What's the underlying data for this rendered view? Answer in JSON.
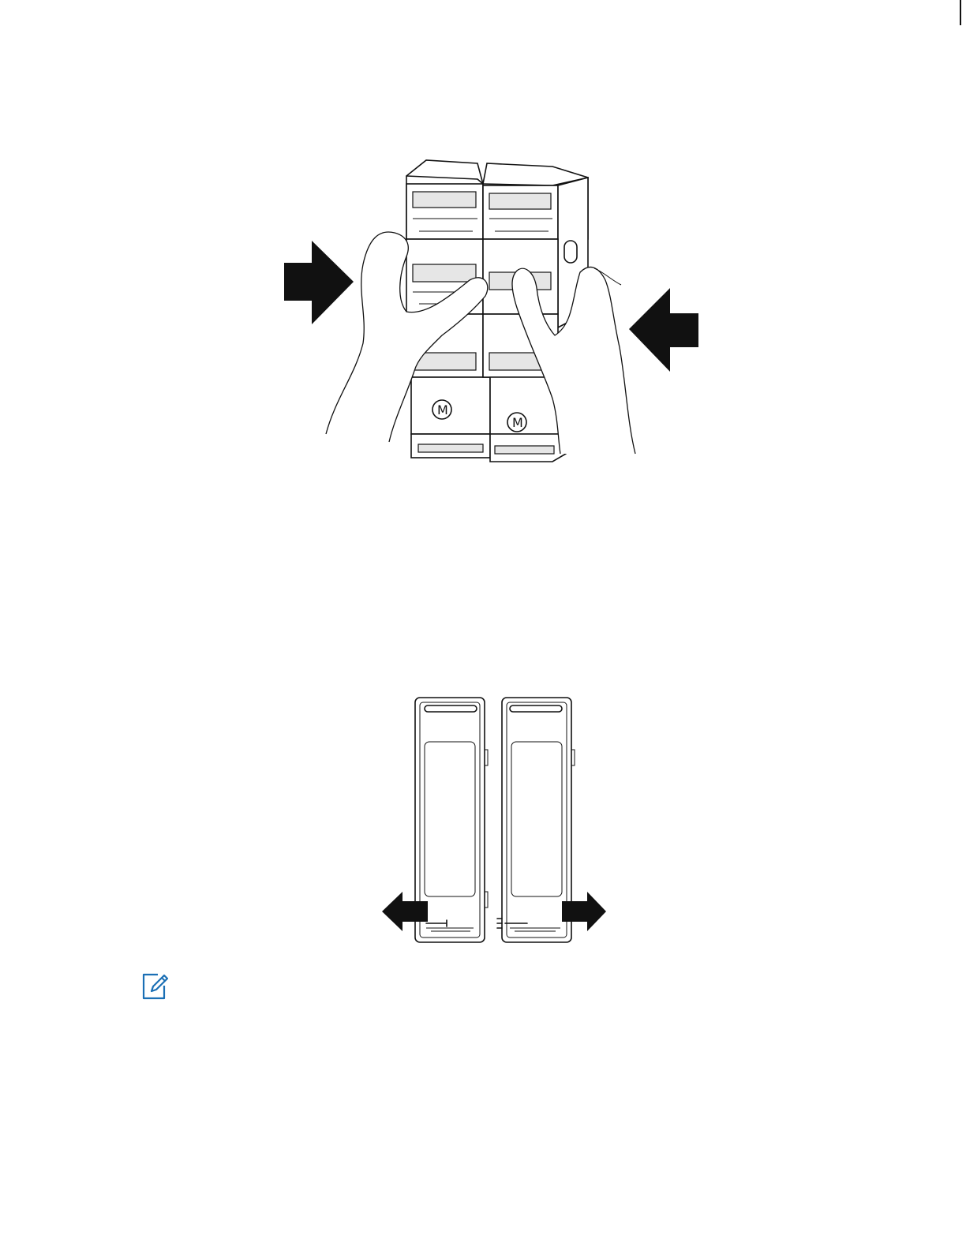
{
  "figures": [
    {
      "name": "charger-assembly-squeeze",
      "icon": "charger-with-hands-illustration"
    },
    {
      "name": "charger-pods-separate",
      "icon": "charger-pods-top-view-illustration"
    }
  ],
  "logo_lettering": "M",
  "note_icon": {
    "icon": "note-pencil-icon",
    "color": "#1a6fb5"
  }
}
